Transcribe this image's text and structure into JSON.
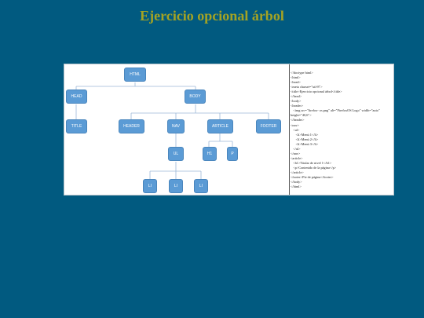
{
  "title": "Ejercicio opcional árbol",
  "tree": {
    "nodes": {
      "html": "HTML",
      "head": "HEAD",
      "body": "BODY",
      "title": "TITLE",
      "header": "HEADER",
      "nav": "NAV",
      "article": "ARTICLE",
      "footer": "FOOTER",
      "ul": "UL",
      "h1": "H1",
      "p": "P",
      "li1": "LI",
      "li2": "LI",
      "li3": "LI"
    },
    "node_color": "#5b9bd5",
    "line_color": "#9cb8d8"
  },
  "code": [
    "<!doctype html>",
    "<html>",
    "<head>",
    "<meta charset=\"utf-8\">",
    "<title>Ejercicio opcional árbol</title>",
    "</head>",
    "<body>",
    "<header>",
    "   <img src=\"firefox- os.png\" alt=\"FirefoxOS Logo\" width=\"auto\" height=\"40,6\">",
    "</header>",
    "<nav>",
    "   <ul>",
    "      <li>Menú 1</li>",
    "      <li>Menú 2</li>",
    "      <li>Menú 3</li>",
    "   </ul>",
    "</nav>",
    "<article>",
    "   <h1>Titular de nivel 1</h1>",
    "   <p>Contenido de la página</p>",
    "</article>",
    "<footer>Pie de página</footer>",
    "</body>",
    "</html>"
  ]
}
